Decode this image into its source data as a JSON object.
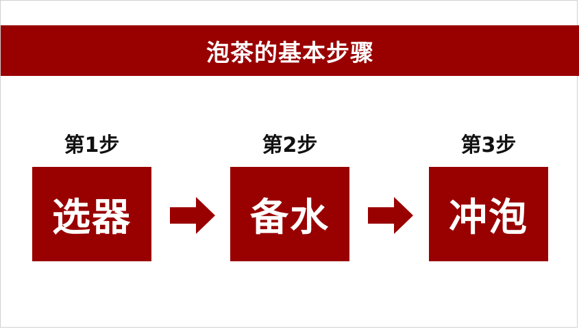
{
  "title": "泡茶的基本步骤",
  "colors": {
    "accent": "#990000",
    "text_on_accent": "#ffffff",
    "label": "#111111"
  },
  "steps": [
    {
      "label": "第1步",
      "name": "选器"
    },
    {
      "label": "第2步",
      "name": "备水"
    },
    {
      "label": "第3步",
      "name": "冲泡"
    }
  ],
  "arrows": [
    "right-arrow-icon",
    "right-arrow-icon"
  ]
}
